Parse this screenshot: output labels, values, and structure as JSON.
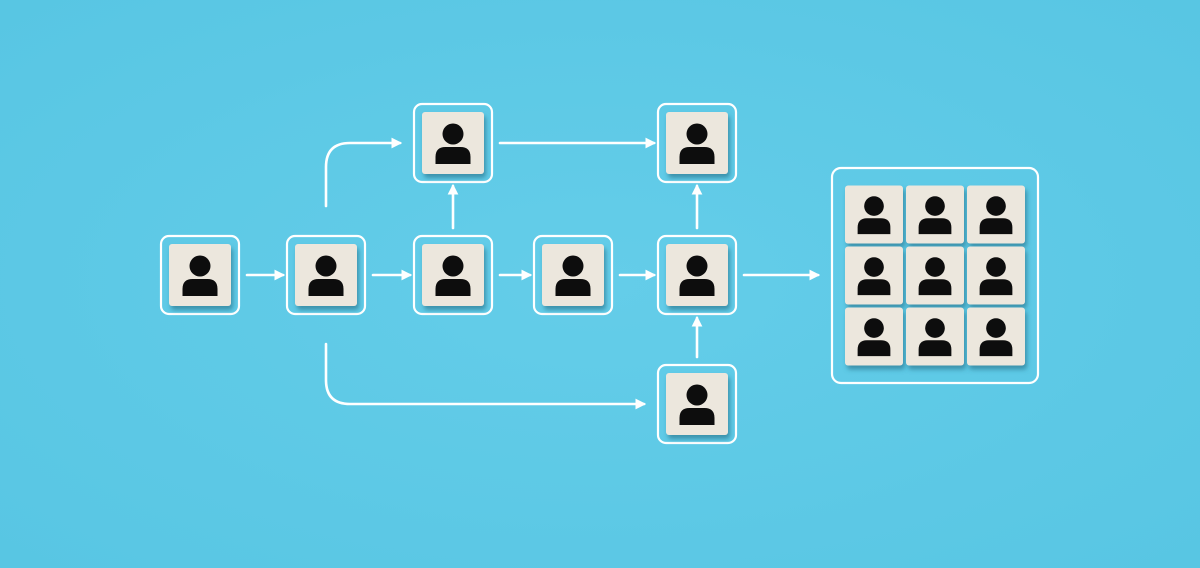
{
  "colors": {
    "background": "#58c6e3",
    "background_center": "#64cde9",
    "outline": "#ffffff",
    "tile_face": "#ece7dd",
    "tile_shadow": "#3b8aa3",
    "person": "#0d0d0d",
    "arrow": "#ffffff"
  },
  "icon": "person-icon",
  "nodes": [
    {
      "id": "n1",
      "label": "person-node-start"
    },
    {
      "id": "n2",
      "label": "person-node-split"
    },
    {
      "id": "n3",
      "label": "person-node-upper-left"
    },
    {
      "id": "n4",
      "label": "person-node-middle"
    },
    {
      "id": "n5",
      "label": "person-node-center"
    },
    {
      "id": "n6",
      "label": "person-node-upper-right"
    },
    {
      "id": "n7",
      "label": "person-node-merge"
    },
    {
      "id": "n8",
      "label": "person-node-bottom"
    }
  ],
  "edges": [
    {
      "from": "n1",
      "to": "n2"
    },
    {
      "from": "n2",
      "to": "n3"
    },
    {
      "from": "n2",
      "to": "n4"
    },
    {
      "from": "n2",
      "to": "n8"
    },
    {
      "from": "n4",
      "to": "n3"
    },
    {
      "from": "n4",
      "to": "n5"
    },
    {
      "from": "n3",
      "to": "n6"
    },
    {
      "from": "n5",
      "to": "n7"
    },
    {
      "from": "n7",
      "to": "n6"
    },
    {
      "from": "n8",
      "to": "n7"
    },
    {
      "from": "n7",
      "to": "team-grid"
    }
  ],
  "team_grid": {
    "rows": 3,
    "columns": 3
  }
}
